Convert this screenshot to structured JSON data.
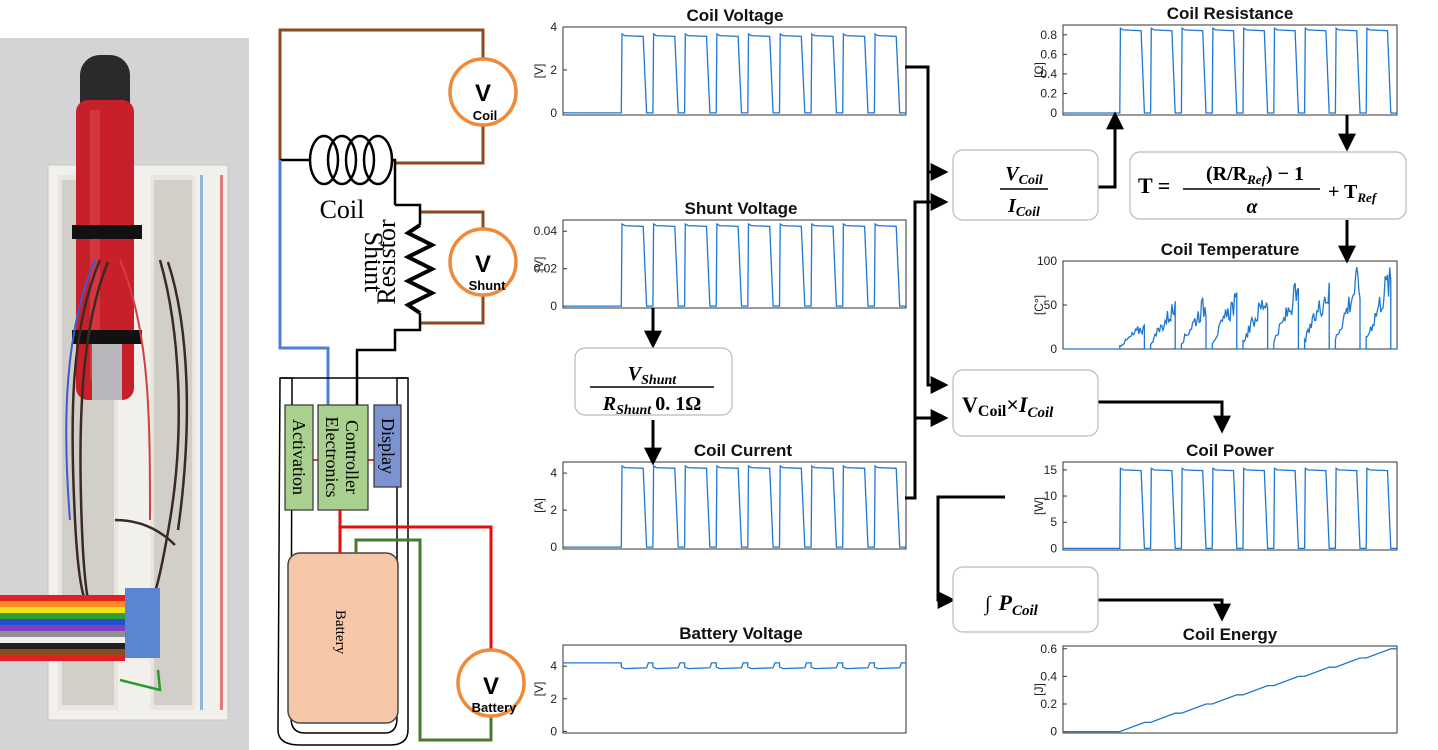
{
  "colors": {
    "trace": "#1f77d0",
    "brown_wire": "#8b4a1f",
    "blue_wire": "#4f7fd6",
    "red_wire": "#e01010",
    "green_wire": "#4a7a30",
    "meter_ring": "#ee8a3a",
    "module_green": "#a9d08e",
    "module_blue": "#7c93cf",
    "battery_fill": "#f6c8a8",
    "device_red": "#c8202a"
  },
  "photo": {
    "label": "photograph of vape device on breadboard",
    "icon": "photo"
  },
  "circuit": {
    "meters": [
      {
        "id": "coil",
        "symbol": "V",
        "label": "Coil"
      },
      {
        "id": "shunt",
        "symbol": "V",
        "label": "Shunt"
      },
      {
        "id": "battery",
        "symbol": "V",
        "label": "Battery"
      }
    ],
    "coil_label": "Coil",
    "shunt_label_1": "Shunt",
    "shunt_label_2": "Resistor",
    "modules": [
      "Activation",
      "Electronics",
      "Controller",
      "Display"
    ],
    "battery_label": "Battery"
  },
  "formulas": {
    "shunt_current": {
      "num": "V",
      "num_sub": "Shunt",
      "den": "R",
      "den_sub": "Shunt",
      "den_value": "0. 1Ω"
    },
    "resistance": {
      "num": "V",
      "num_sub": "Coil",
      "den": "I",
      "den_sub": "Coil"
    },
    "temperature": {
      "lhs": "T =",
      "num": "(R/R",
      "num_sub": "Ref",
      "num_tail": ") − 1",
      "den": "α",
      "plus": "+ T",
      "plus_sub": "Ref"
    },
    "power": {
      "a": "V",
      "a_sub": "Coil",
      "times": "×",
      "b": "I",
      "b_sub": "Coil"
    },
    "energy": {
      "integral": "∫",
      "p": "P",
      "p_sub": "Coil"
    }
  },
  "chart_data": [
    {
      "id": "coil_voltage",
      "type": "line",
      "title": "Coil Voltage",
      "ylabel": "[V]",
      "ylim": [
        -0.1,
        4
      ],
      "yticks": [
        "0",
        "2",
        "4"
      ],
      "ytick_values": [
        0,
        2,
        4
      ],
      "pattern": "pulses",
      "pulse_count": 9,
      "high": 3.6,
      "low": 0,
      "start_fraction": 0.17
    },
    {
      "id": "shunt_voltage",
      "type": "line",
      "title": "Shunt Voltage",
      "ylabel": "[V]",
      "ylim": [
        -0.001,
        0.046
      ],
      "yticks": [
        "0",
        "0.02",
        "0.04"
      ],
      "ytick_values": [
        0,
        0.02,
        0.04
      ],
      "pattern": "pulses",
      "pulse_count": 9,
      "high": 0.043,
      "low": 0,
      "start_fraction": 0.17
    },
    {
      "id": "coil_current",
      "type": "line",
      "title": "Coil Current",
      "ylabel": "[A]",
      "ylim": [
        -0.1,
        4.6
      ],
      "yticks": [
        "0",
        "2",
        "4"
      ],
      "ytick_values": [
        0,
        2,
        4
      ],
      "pattern": "pulses",
      "pulse_count": 9,
      "high": 4.3,
      "low": 0,
      "start_fraction": 0.17
    },
    {
      "id": "battery_voltage",
      "type": "line",
      "title": "Battery Voltage",
      "ylabel": "[V]",
      "ylim": [
        -0.1,
        5.3
      ],
      "yticks": [
        "0",
        "2",
        "4"
      ],
      "ytick_values": [
        0,
        2,
        4
      ],
      "pattern": "dips",
      "pulse_count": 9,
      "high": 4.2,
      "low": 3.85,
      "start_fraction": 0.17
    },
    {
      "id": "coil_resistance",
      "type": "line",
      "title": "Coil Resistance",
      "ylabel": "[Ω]",
      "ylim": [
        -0.02,
        0.9
      ],
      "yticks": [
        "0",
        "0.2",
        "0.4",
        "0.6",
        "0.8"
      ],
      "ytick_values": [
        0,
        0.2,
        0.4,
        0.6,
        0.8
      ],
      "pattern": "pulses",
      "pulse_count": 9,
      "high": 0.85,
      "low": 0,
      "start_fraction": 0.17
    },
    {
      "id": "coil_temperature",
      "type": "line",
      "title": "Coil Temperature",
      "ylabel": "[C°]",
      "ylim": [
        0,
        100
      ],
      "yticks": [
        "0",
        "50",
        "100"
      ],
      "ytick_values": [
        0,
        50,
        100
      ],
      "pattern": "noisy",
      "pulse_count": 9,
      "high": [
        30,
        55,
        60,
        65,
        70,
        75,
        80,
        95,
        95
      ],
      "low": 0,
      "start_fraction": 0.17
    },
    {
      "id": "coil_power",
      "type": "line",
      "title": "Coil Power",
      "ylabel": "[W]",
      "ylim": [
        -0.3,
        16.5
      ],
      "yticks": [
        "0",
        "5",
        "10",
        "15"
      ],
      "ytick_values": [
        0,
        5,
        10,
        15
      ],
      "pattern": "pulses",
      "pulse_count": 9,
      "high": 15,
      "low": 0,
      "start_fraction": 0.17
    },
    {
      "id": "coil_energy",
      "type": "line",
      "title": "Coil Energy",
      "ylabel": "[J]",
      "ylim": [
        -0.01,
        0.62
      ],
      "yticks": [
        "0",
        "0.2",
        "0.4",
        "0.6"
      ],
      "ytick_values": [
        0,
        0.2,
        0.4,
        0.6
      ],
      "pattern": "stairs",
      "pulse_count": 9,
      "high": 0.6,
      "low": 0,
      "start_fraction": 0.17
    }
  ]
}
